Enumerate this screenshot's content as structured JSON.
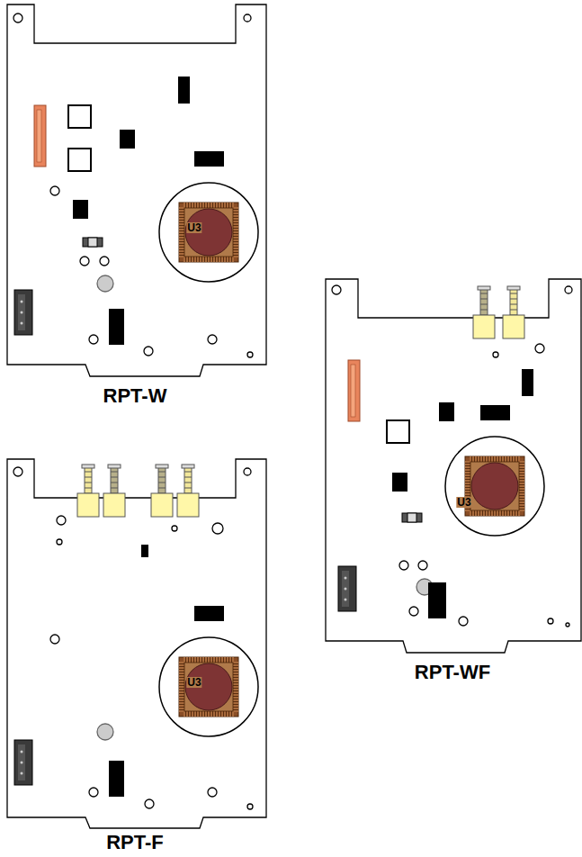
{
  "diagram": {
    "labels": [
      "U3",
      "RPT-W",
      "U3",
      "RPT-WF",
      "U3",
      "RPT-F"
    ]
  }
}
